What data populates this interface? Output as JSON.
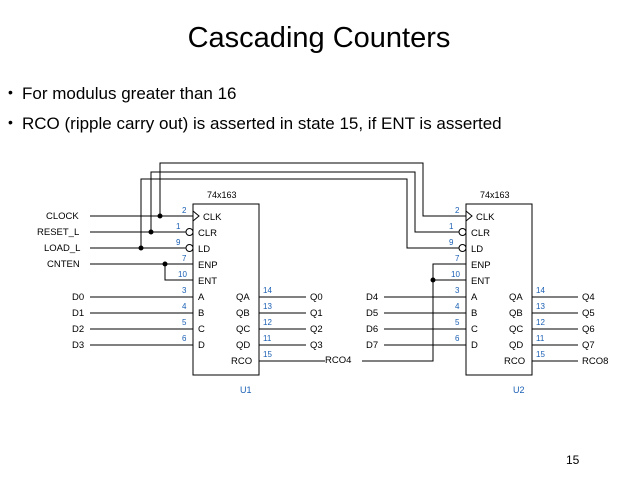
{
  "slide": {
    "title": "Cascading Counters",
    "bullets": [
      "For modulus greater than 16",
      "RCO (ripple carry out) is asserted in state 15, if ENT is asserted"
    ],
    "page_number": "15"
  },
  "diagram": {
    "inputs": [
      "CLOCK",
      "RESET_L",
      "LOAD_L",
      "CNTEN"
    ],
    "data_inputs_u1": [
      "D0",
      "D1",
      "D2",
      "D3"
    ],
    "data_inputs_u2": [
      "D4",
      "D5",
      "D6",
      "D7"
    ],
    "outputs_u1": [
      "Q0",
      "Q1",
      "Q2",
      "Q3"
    ],
    "outputs_u2": [
      "Q4",
      "Q5",
      "Q6",
      "Q7"
    ],
    "rco_u1": "RCO4",
    "rco_u2": "RCO8",
    "chip": {
      "part": "74x163",
      "left_pins": [
        "CLK",
        "CLR",
        "LD",
        "ENP",
        "ENT",
        "A",
        "B",
        "C",
        "D"
      ],
      "left_pin_numbers": [
        "2",
        "1",
        "9",
        "7",
        "10",
        "3",
        "4",
        "5",
        "6"
      ],
      "right_pins": [
        "QA",
        "QB",
        "QC",
        "QD",
        "RCO"
      ],
      "right_pin_numbers": [
        "14",
        "13",
        "12",
        "11",
        "15"
      ]
    },
    "refs": [
      "U1",
      "U2"
    ],
    "colors": {
      "pin_number": "#1a5fb4",
      "wire": "#000000"
    }
  }
}
